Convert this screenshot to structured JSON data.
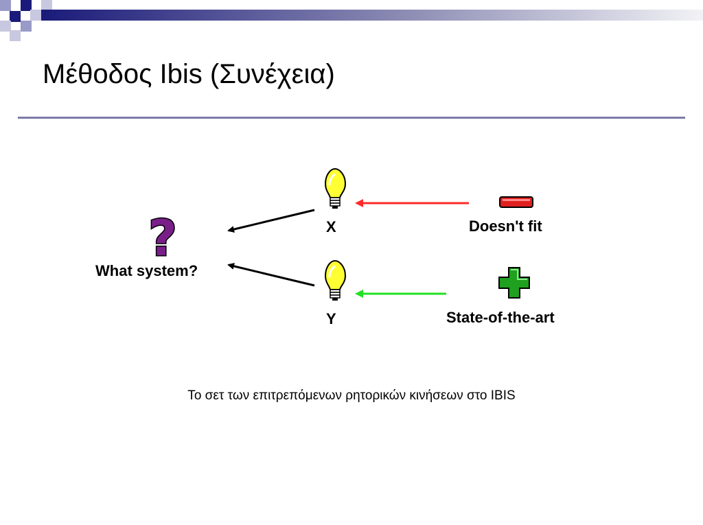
{
  "slide": {
    "title": "Μέθοδος Ibis (Συνέχεια)",
    "caption": "Το σετ των επιτρεπόμενων ρητορικών κινήσεων στο IBIS"
  },
  "diagram": {
    "question": {
      "label": "What system?",
      "icon": "question-mark-icon"
    },
    "ideas": [
      {
        "label": "X",
        "icon": "lightbulb-icon"
      },
      {
        "label": "Y",
        "icon": "lightbulb-icon"
      }
    ],
    "arguments": [
      {
        "label": "Doesn't fit",
        "icon": "minus-icon",
        "arrow_color": "#ff2a2a"
      },
      {
        "label": "State-of-the-art",
        "icon": "plus-icon",
        "arrow_color": "#22e022"
      }
    ]
  },
  "colors": {
    "accent": "#3c3c8c",
    "question_mark": "#7a1f8a",
    "bulb": "#ffff33",
    "minus": "#e02020",
    "plus": "#1fa01f"
  }
}
